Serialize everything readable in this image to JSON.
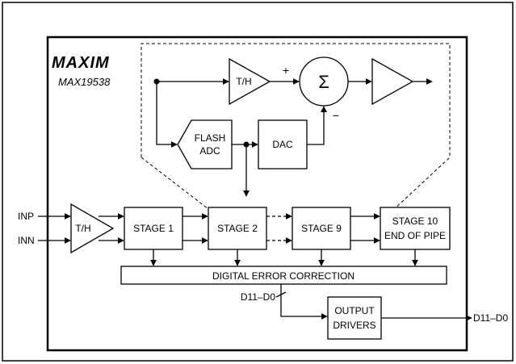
{
  "brand": {
    "logo": "MAXIM",
    "part_number": "MAX19538"
  },
  "inputs": {
    "inp": "INP",
    "inn": "INN"
  },
  "blocks": {
    "front_th": "T/H",
    "stage1": "STAGE 1",
    "stage2": "STAGE 2",
    "stage9": "STAGE 9",
    "stage10_line1": "STAGE 10",
    "stage10_line2": "END OF PIPE",
    "error_correction": "DIGITAL ERROR CORRECTION",
    "output_line1": "OUTPUT",
    "output_line2": "DRIVERS"
  },
  "stage_detail": {
    "th": "T/H",
    "flash_line1": "FLASH",
    "flash_line2": "ADC",
    "dac": "DAC",
    "sum_symbol": "Σ",
    "plus": "+",
    "minus": "−"
  },
  "buses": {
    "internal": "D11–D0",
    "output": "D11–D0"
  }
}
